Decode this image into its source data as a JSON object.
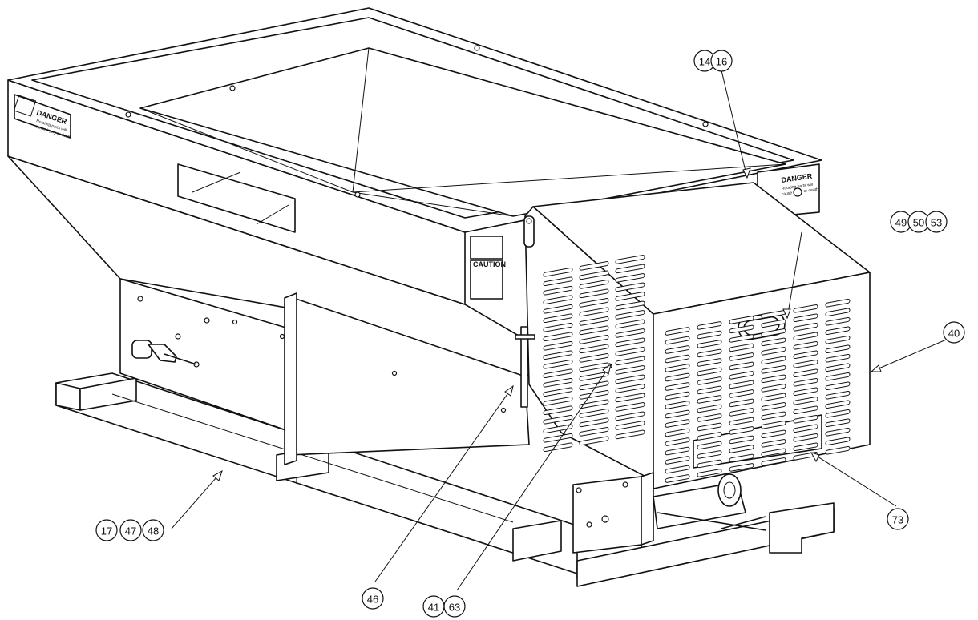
{
  "balloons": [
    {
      "id": "b14",
      "label": "14"
    },
    {
      "id": "b16",
      "label": "16"
    },
    {
      "id": "b49",
      "label": "49"
    },
    {
      "id": "b50",
      "label": "50"
    },
    {
      "id": "b53",
      "label": "53"
    },
    {
      "id": "b40",
      "label": "40"
    },
    {
      "id": "b73",
      "label": "73"
    },
    {
      "id": "b17",
      "label": "17"
    },
    {
      "id": "b47",
      "label": "47"
    },
    {
      "id": "b48",
      "label": "48"
    },
    {
      "id": "b46",
      "label": "46"
    },
    {
      "id": "b41",
      "label": "41"
    },
    {
      "id": "b63",
      "label": "63"
    }
  ],
  "labels": {
    "danger_title": "DANGER",
    "danger_text_1": "Rotating parts will",
    "danger_text_2": "cause injury or death",
    "caution_title": "CAUTION"
  }
}
